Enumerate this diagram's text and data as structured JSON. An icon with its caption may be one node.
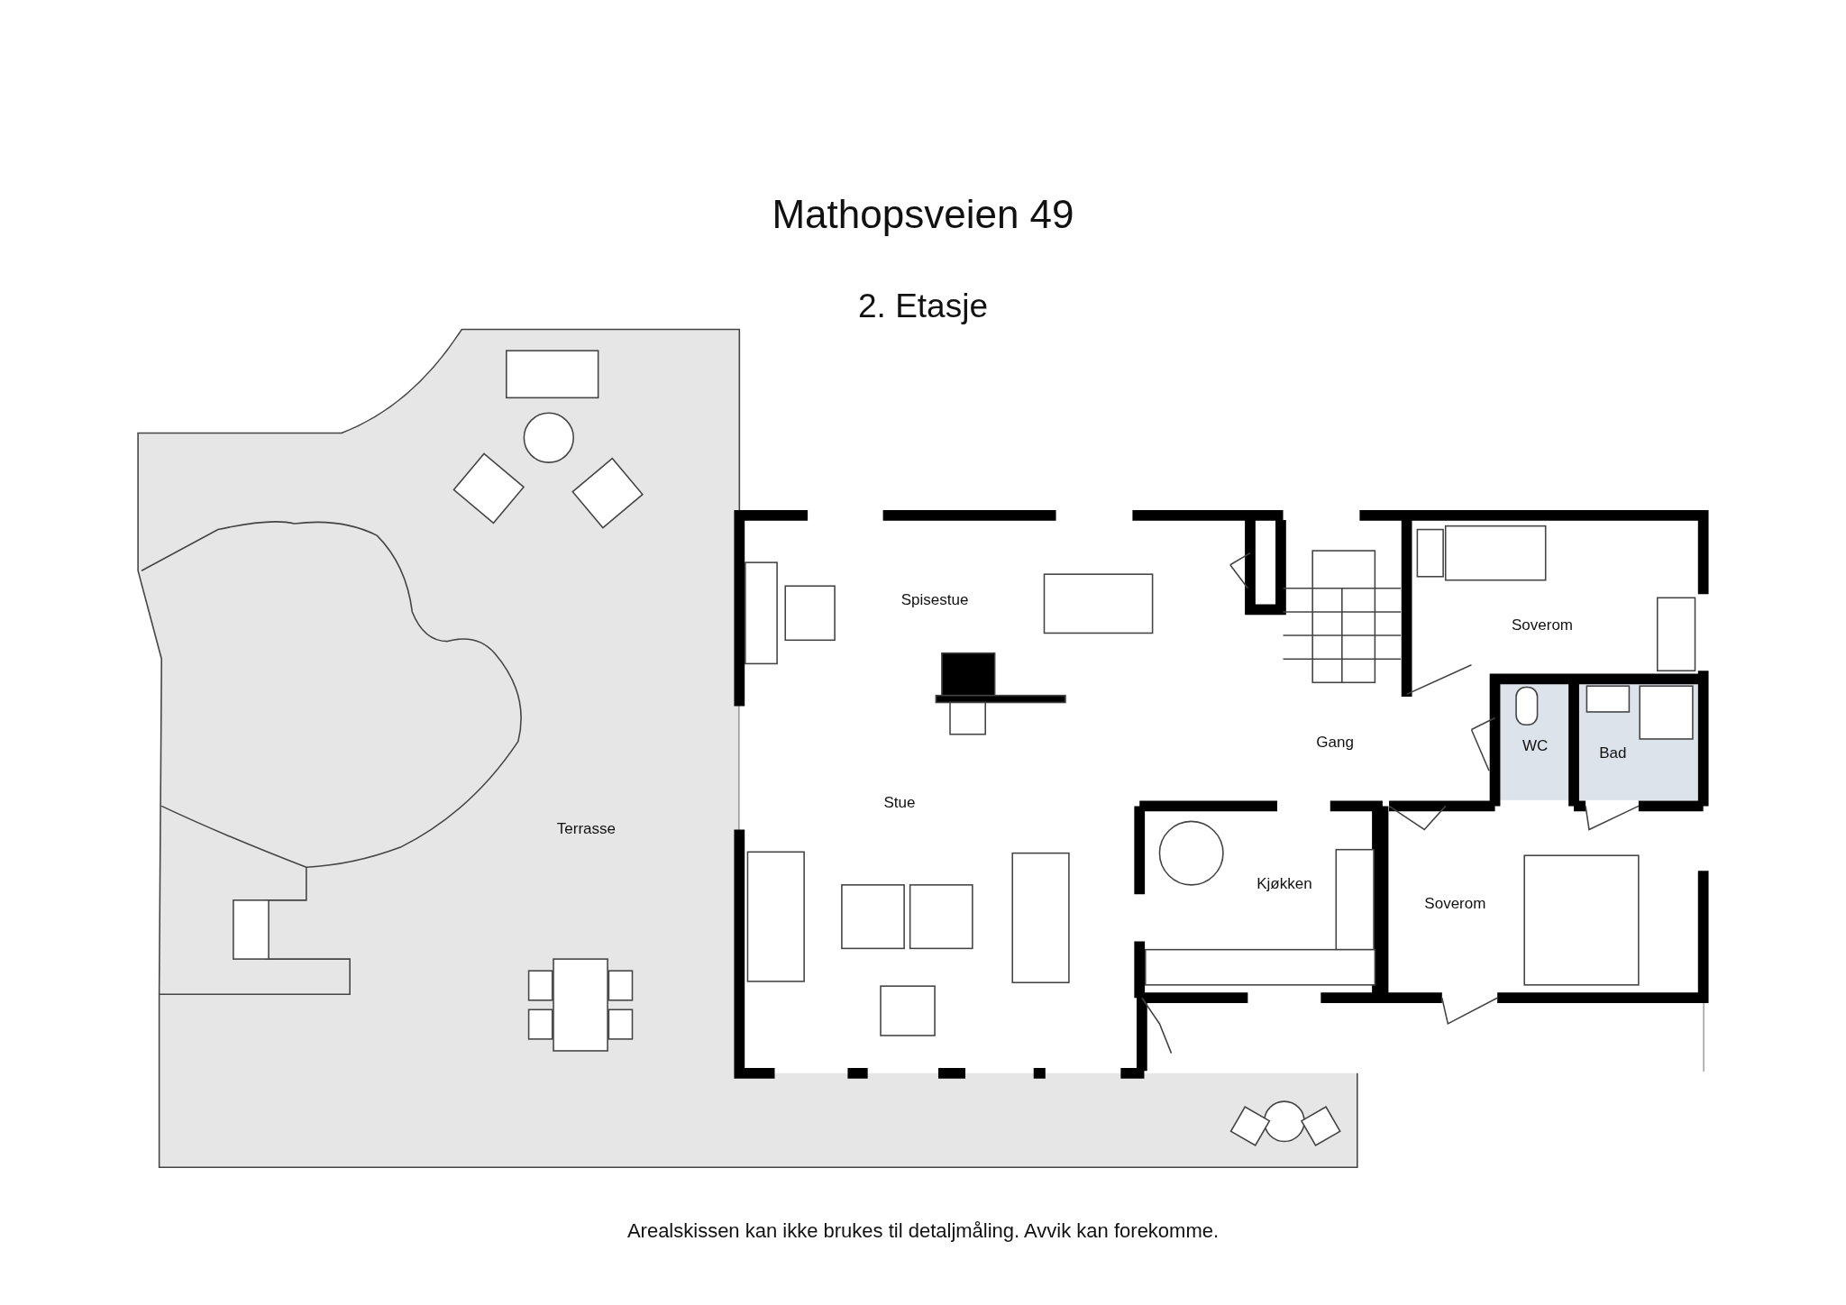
{
  "diagram": {
    "title": "Mathopsveien 49",
    "caption": "Arealskissen kan ikke brukes til detaljmåling. Avvik kan forekomme.",
    "labels": [
      "2. Etasje",
      "Spisestue",
      "Soverom",
      "Gang",
      "WC",
      "Bad",
      "Stue",
      "Terrasse",
      "Kjøkken",
      "Soverom"
    ]
  }
}
